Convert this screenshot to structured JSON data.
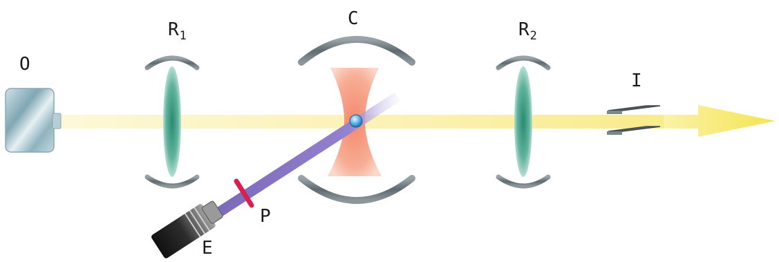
{
  "labels": {
    "O": "O",
    "R1_main": "R",
    "R1_sub": "1",
    "C": "C",
    "R2_main": "R",
    "R2_sub": "2",
    "I": "I",
    "P": "P",
    "E": "E"
  },
  "colors": {
    "beam_main": "#fbf3b8",
    "beam_arrow": "#f6e96a",
    "beam_pump": "#8b78c8",
    "cavity_mode": "#f39a7c",
    "lens_green": "#2f9a80",
    "mirror_gray": "#6e7a80",
    "atom_blue": "#4aa6e0",
    "polarizer_red": "#d81f4f"
  }
}
